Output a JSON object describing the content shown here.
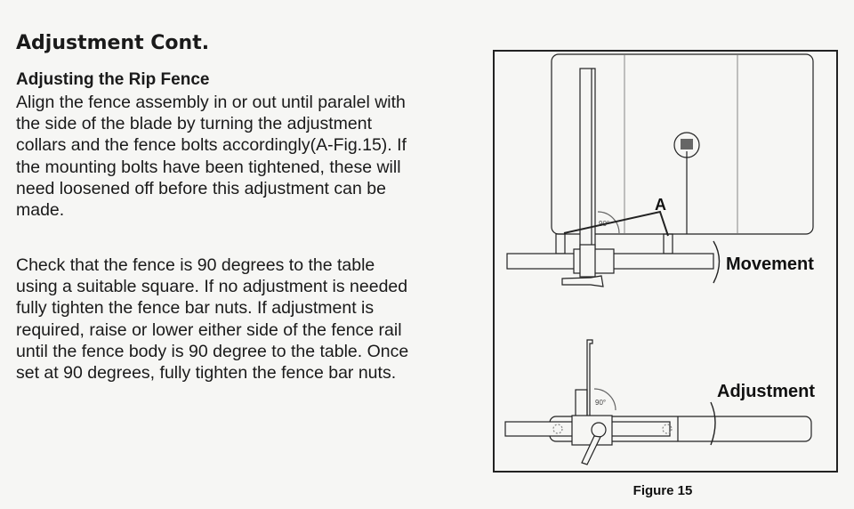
{
  "heading": "Adjustment Cont.",
  "subheading": "Adjusting the Rip Fence",
  "paragraph1": [
    "Align the fence assembly in or out until paralel with",
    "the side of the blade by turning the adjustment",
    "collars and the fence bolts accordingly(A-Fig.15). If",
    "the mounting bolts have been tightened, these will",
    "need loosened off before this adjustment can be",
    "made."
  ],
  "paragraph2": [
    "Check that the fence is 90 degrees to the table",
    "using a suitable square. If no adjustment is needed",
    "fully tighten the fence bar nuts. If adjustment is",
    "required, raise or lower either side of the fence rail",
    "until the fence body is 90 degree to the table. Once",
    "set at 90 degrees, fully tighten the fence bar nuts."
  ],
  "figure": {
    "caption": "Figure 15",
    "label_a": "A",
    "label_movement": "Movement",
    "label_adjustment": "Adjustment",
    "angle_top": "90°",
    "angle_bottom": "90°"
  }
}
